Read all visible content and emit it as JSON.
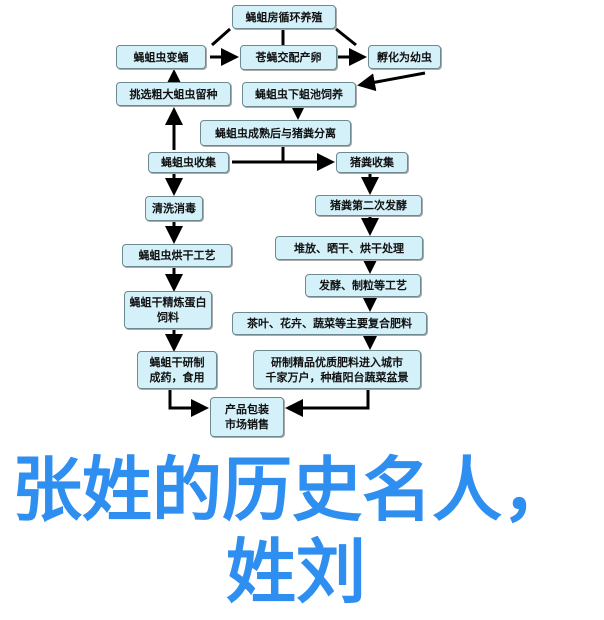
{
  "flowchart": {
    "nodes": {
      "breeding_room": "蝇蛆房循环养殖",
      "pupate": "蝇蛆虫变蛹",
      "mating": "苍蝇交配产卵",
      "hatch": "孵化为幼虫",
      "select_seed": "挑选粗大蛆虫留种",
      "pool_feeding": "蝇蛆虫下蛆池饲养",
      "separation": "蝇蛆虫成熟后与猪粪分离",
      "larva_collect": "蝇蛆虫收集",
      "manure_collect": "猪粪收集",
      "wash": "清洗消毒",
      "second_ferment": "猪粪第二次发酵",
      "dry_craft": "蝇蛆虫烘干工艺",
      "dry_process": "堆放、晒干、烘干处理",
      "granulate": "发酵、制粒等工艺",
      "protein_feed_1": "蝇蛆干精炼蛋白",
      "protein_feed_2": "饲料",
      "fertilizer": "茶叶、花卉、蔬菜等主要复合肥料",
      "medicine_1": "蝇蛆干研制",
      "medicine_2": "成药，食用",
      "premium_1": "研制精品优质肥料进入城市",
      "premium_2": "千家万户，种植阳台蔬菜盆景",
      "package_1": "产品包装",
      "package_2": "市场销售"
    }
  },
  "overlay": {
    "line1": "张姓的历史名人，",
    "line2": "姓刘"
  }
}
